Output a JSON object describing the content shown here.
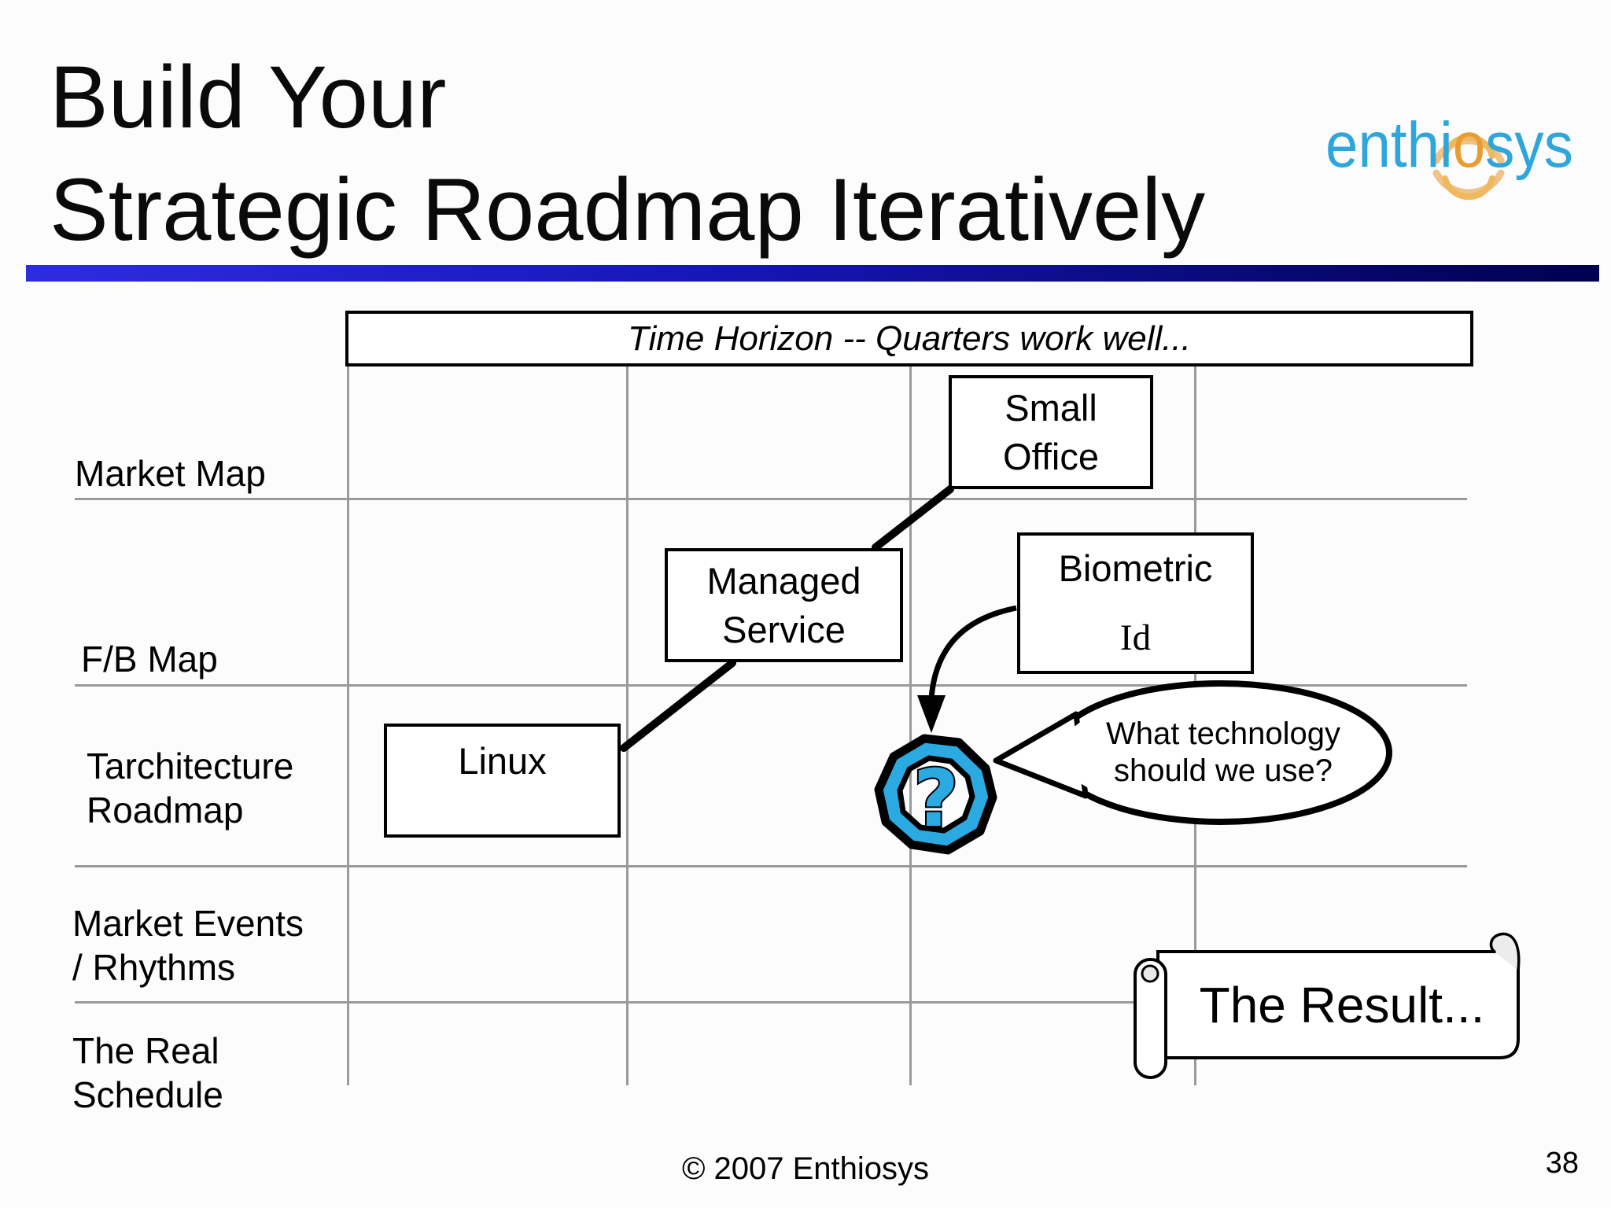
{
  "title": {
    "line1": "Build Your",
    "line2": "Strategic Roadmap Iteratively"
  },
  "logo": {
    "pre": "enthi",
    "mid": "o",
    "post": "sys"
  },
  "header": {
    "label": "Time Horizon -- Quarters work well..."
  },
  "rows": {
    "market_map": {
      "line1": "Market Map"
    },
    "fb_map": {
      "line1": "F/B Map"
    },
    "tarchitecture": {
      "line1": "Tarchitecture",
      "line2": "Roadmap"
    },
    "market_events": {
      "line1": "Market Events",
      "line2": "/ Rhythms"
    },
    "real_schedule": {
      "line1": "The Real",
      "line2": "Schedule"
    }
  },
  "boxes": {
    "small_office": {
      "line1": "Small",
      "line2": "Office"
    },
    "managed_service": {
      "line1": "Managed",
      "line2": "Service"
    },
    "biometric": {
      "line1": "Biometric",
      "line2": "Id"
    },
    "linux": {
      "label": "Linux"
    }
  },
  "callout": {
    "line1": "What technology",
    "line2": "should we use?"
  },
  "question_icon": {
    "glyph": "?"
  },
  "scroll": {
    "label": "The Result..."
  },
  "footer": {
    "copyright": "© 2007 Enthiosys",
    "page_number": "38"
  },
  "colors": {
    "accent_bar_left": "#2d2de0",
    "accent_bar_right": "#00004f",
    "logo_blue": "#2ea6db",
    "logo_orange": "#e89d33",
    "logo_arc": "#f0c285",
    "icon_blue": "#2baae2",
    "gridline": "#9a9a9a"
  }
}
